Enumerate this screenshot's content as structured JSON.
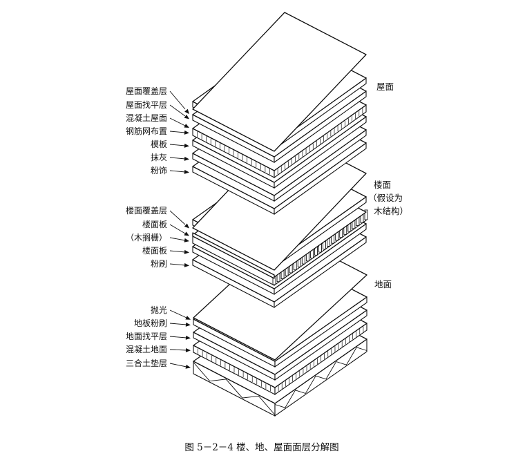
{
  "diagram": {
    "groups": [
      {
        "id": "roof",
        "name": "屋面",
        "layers": [
          "屋面覆盖层",
          "屋面找平层",
          "混凝土屋面",
          "钢筋网布置",
          "模板",
          "抹灰",
          "粉饰"
        ]
      },
      {
        "id": "floor",
        "name_lines": [
          "楼面",
          "（假设为",
          "木结构）"
        ],
        "layers": [
          "楼面覆盖层",
          "楼面板",
          "（木搁栅）",
          "楼面板",
          "粉刷"
        ]
      },
      {
        "id": "ground",
        "name": "地面",
        "layers": [
          "抛光",
          "地板粉刷",
          "地面找平层",
          "混凝土地面",
          "三合土垫层"
        ]
      }
    ],
    "caption": "图 5－2－4    楼、地、屋面面层分解图"
  }
}
